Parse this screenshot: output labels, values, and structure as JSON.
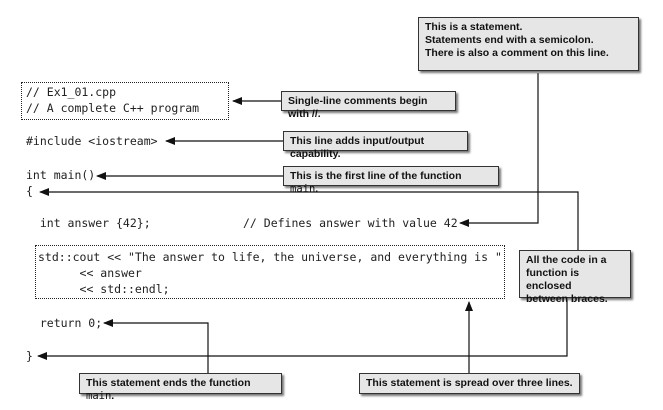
{
  "code": {
    "line_comment_1": "// Ex1_01.cpp",
    "line_comment_2": "// A complete C++ program",
    "line_include": "#include <iostream>",
    "line_main": "int main()",
    "line_open_brace": "{",
    "line_answer": "  int answer {42};",
    "line_answer_comment": "// Defines answer with value 42",
    "line_cout_1": "std::cout << \"The answer to life, the universe, and everything is \"",
    "line_cout_2": "      << answer",
    "line_cout_3": "      << std::endl;",
    "line_return": "  return 0;",
    "line_close_brace": "}"
  },
  "callouts": {
    "statement": "This is a statement.\nStatements end with a semicolon.\nThere is also a comment on this line.",
    "comments": "Single-line comments begin with //.",
    "include": "This line adds input/output capability.",
    "first_line_prefix": "This is the first line of the function ",
    "first_line_code": "main",
    "first_line_suffix": ".",
    "braces": "All the code in a\nfunction is enclosed\nbetween braces.",
    "ends_prefix": "This statement ends the function ",
    "ends_code": "main",
    "ends_suffix": ".",
    "spread": "This statement is spread over three lines."
  }
}
